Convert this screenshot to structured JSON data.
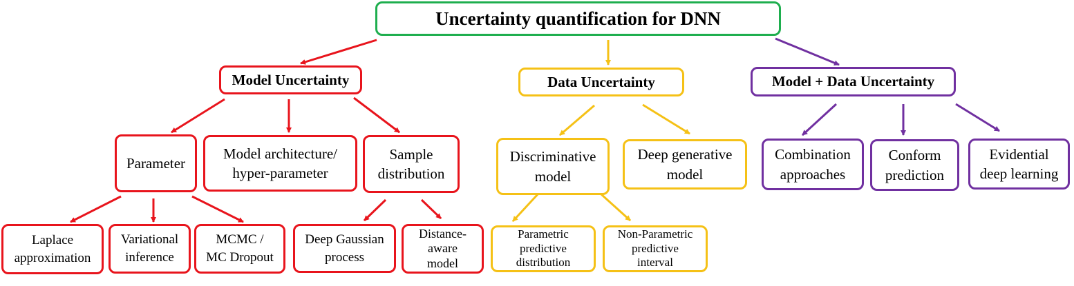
{
  "colors": {
    "model_uncertainty": "#e8141c",
    "data_uncertainty": "#f5c116",
    "model_data_uncertainty": "#7030a0",
    "root": "#1eae4e"
  },
  "root": {
    "label": "Uncertainty quantification for DNN"
  },
  "categories": {
    "model": {
      "label": "Model Uncertainty"
    },
    "data": {
      "label": "Data Uncertainty"
    },
    "model_data": {
      "label": "Model + Data Uncertainty"
    }
  },
  "model_children": {
    "parameter": "Parameter",
    "architecture": "Model architecture/\nhyper-parameter",
    "sample": "Sample\ndistribution"
  },
  "parameter_children": {
    "laplace": "Laplace\napproximation",
    "variational": "Variational\ninference",
    "mcmc": "MCMC /\nMC Dropout"
  },
  "sample_children": {
    "deep_gaussian": "Deep Gaussian\nprocess",
    "distance_aware": "Distance-\naware\nmodel"
  },
  "data_children": {
    "discriminative": "Discriminative\nmodel",
    "generative": "Deep generative\nmodel"
  },
  "discriminative_children": {
    "parametric": "Parametric\npredictive\ndistribution",
    "nonparametric": "Non-Parametric\npredictive\ninterval"
  },
  "model_data_children": {
    "combination": "Combination\napproaches",
    "conform": "Conform\nprediction",
    "evidential": "Evidential\ndeep learning"
  }
}
